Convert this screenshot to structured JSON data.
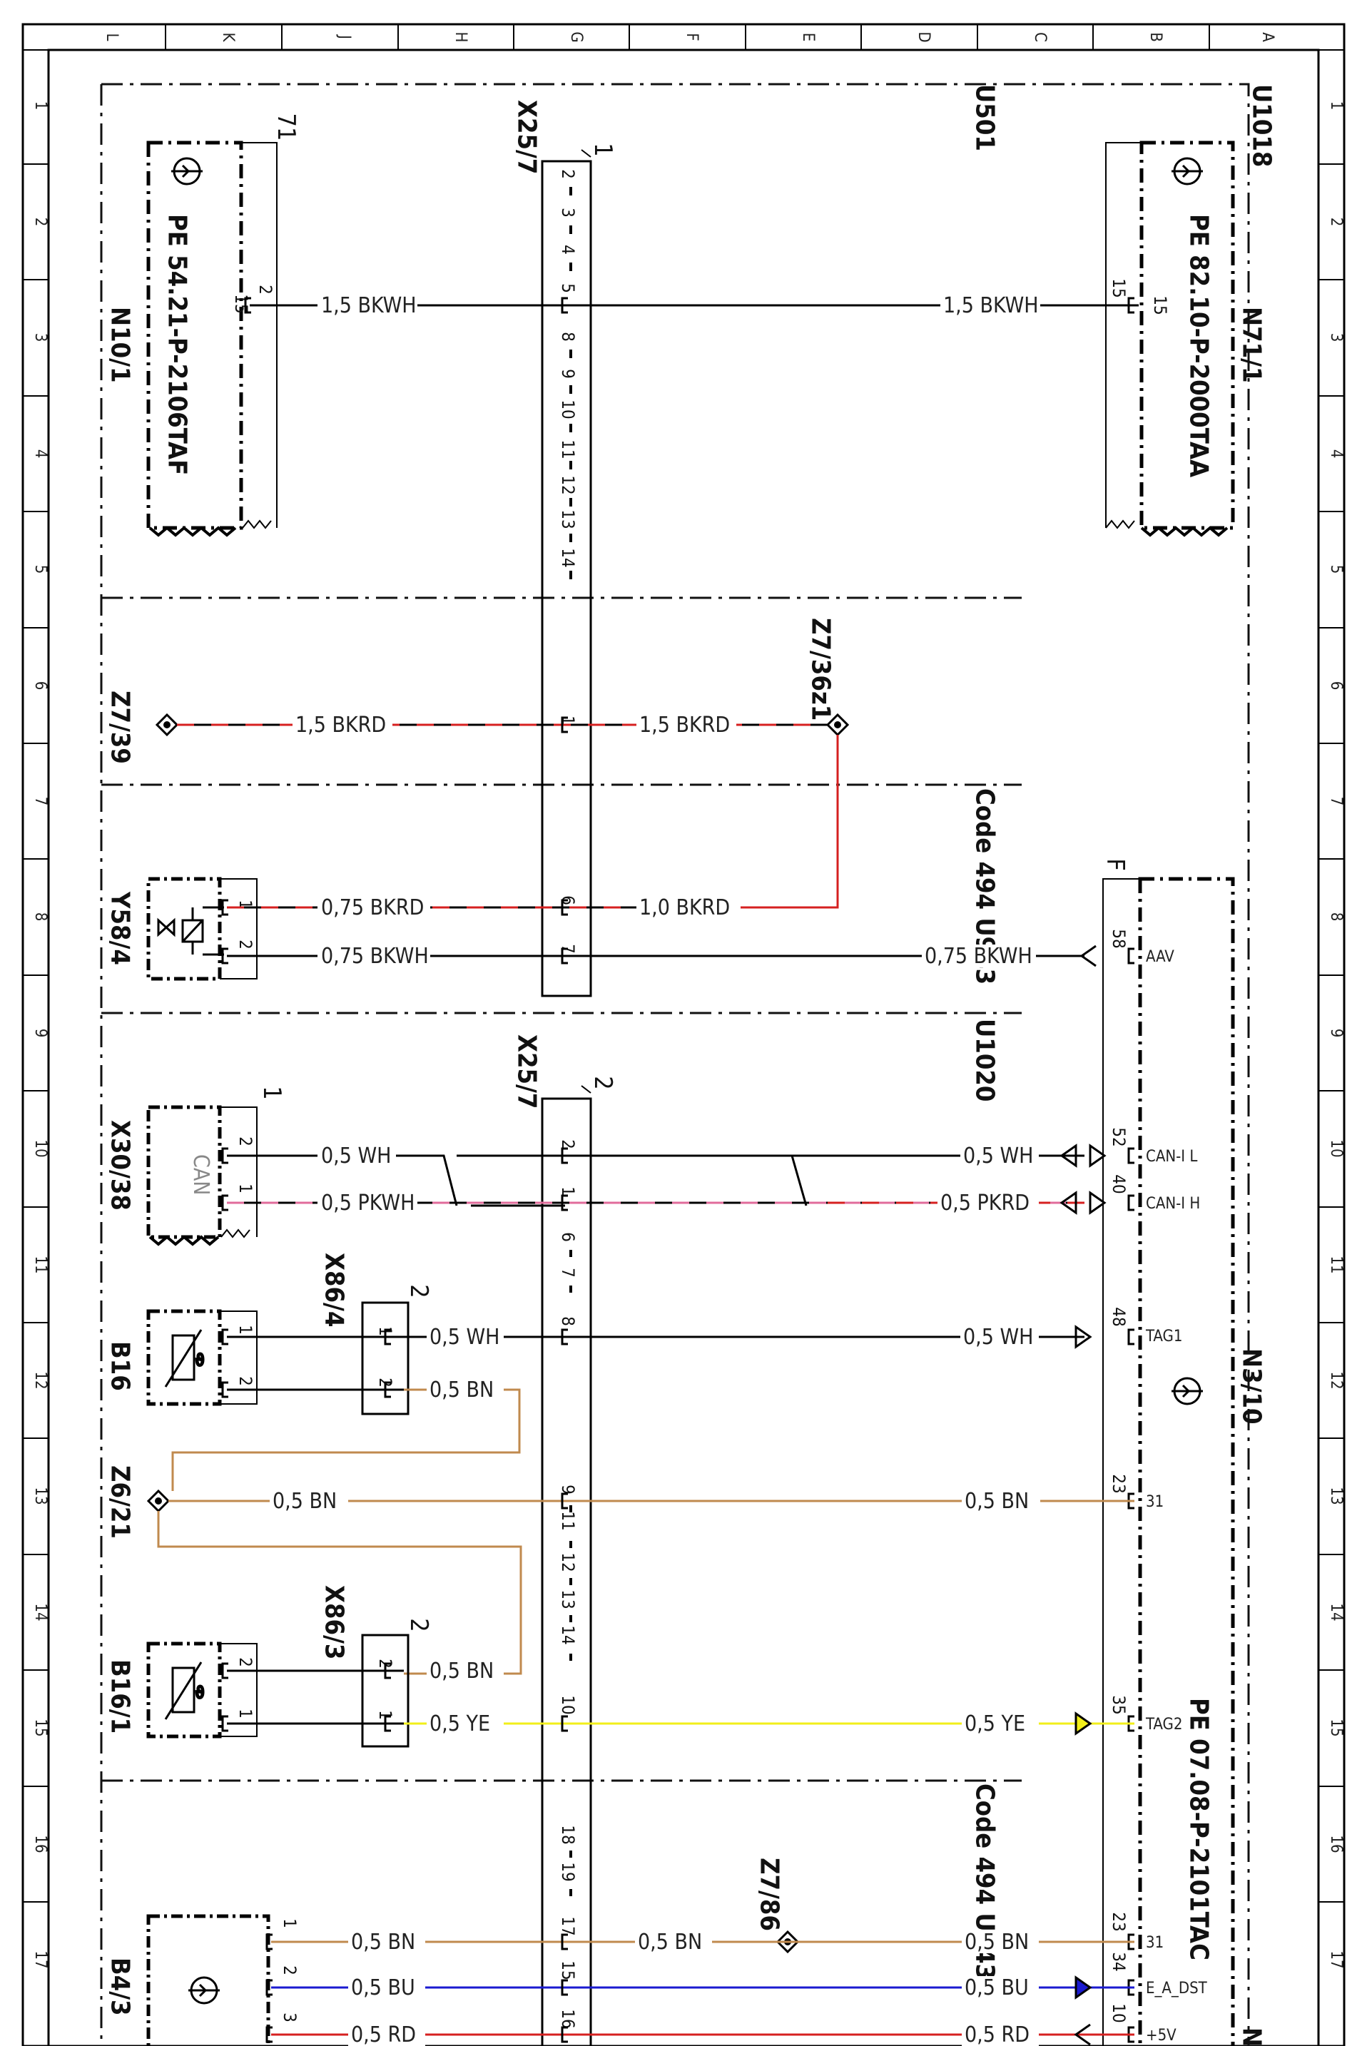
{
  "colors": {
    "BK": "#000000",
    "RD": "#d62020",
    "BN": "#c08a4e",
    "YE": "#f2ef1a",
    "BU": "#1a1ad0",
    "PK": "#e06b9b",
    "frame": "#000000"
  },
  "grid": {
    "columns": [
      "L",
      "K",
      "J",
      "H",
      "G",
      "F",
      "E",
      "D",
      "C",
      "B",
      "A"
    ],
    "rows": [
      "1",
      "2",
      "3",
      "4",
      "5",
      "6",
      "7",
      "8",
      "9",
      "10",
      "11",
      "12",
      "13",
      "14",
      "15",
      "16",
      "17"
    ]
  },
  "sections": {
    "s1": "U501",
    "s2": "Code 494 U943",
    "s3": "U1020",
    "s4": "Code 494 U943",
    "frame_id": "U1018"
  },
  "connectors": {
    "x25_top": {
      "name": "X25/7",
      "marker": "1",
      "pins": [
        "2",
        "3",
        "4",
        "5",
        "8",
        "9",
        "10",
        "11",
        "12",
        "13",
        "14",
        "1",
        "6",
        "7"
      ]
    },
    "x25_bot": {
      "name": "X25/7",
      "marker": "2",
      "pins": [
        "2",
        "1",
        "6",
        "7",
        "8",
        "9",
        "11",
        "12",
        "13",
        "14",
        "10",
        "18",
        "19",
        "17",
        "15",
        "16"
      ]
    },
    "x86_4": {
      "name": "X86/4",
      "marker": "2",
      "pins": [
        "1",
        "2"
      ]
    },
    "x86_3": {
      "name": "X86/3",
      "marker": "2",
      "pins": [
        "2",
        "1"
      ]
    }
  },
  "components": {
    "n10_1": {
      "name": "N10/1",
      "ref": "PE 54.21-P-2106TAF",
      "pin_out": "15",
      "pin_conn": "2",
      "marker": "71"
    },
    "n71_1": {
      "name": "N71/1",
      "ref": "PE 82.10-P-2000TAA",
      "pin_in": "15",
      "pin_label": "15"
    },
    "z7_39": {
      "name": "Z7/39"
    },
    "z7_36z1": {
      "name": "Z7/36z1"
    },
    "y58_4": {
      "name": "Y58/4",
      "pins": [
        "1",
        "2"
      ]
    },
    "x30_38": {
      "name": "X30/38",
      "label": "CAN",
      "marker": "1",
      "pins": [
        "2",
        "1"
      ]
    },
    "b16": {
      "name": "B16",
      "pins": [
        "1",
        "2"
      ]
    },
    "z6_21": {
      "name": "Z6/21"
    },
    "b16_1": {
      "name": "B16/1",
      "pins": [
        "2",
        "1"
      ]
    },
    "z7_86": {
      "name": "Z7/86"
    },
    "b4_3": {
      "name": "B4/3",
      "pins": [
        "1",
        "2",
        "3"
      ]
    },
    "n3_10": {
      "name": "N3/10",
      "ref": "PE 07.08-P-2101TAC",
      "marker": "F",
      "n_clip": "N",
      "pins": [
        {
          "num": "58",
          "label": "AAV"
        },
        {
          "num": "52",
          "label": "CAN-I L"
        },
        {
          "num": "40",
          "label": "CAN-I H"
        },
        {
          "num": "48",
          "label": "TAG1"
        },
        {
          "num": "23",
          "label": "31"
        },
        {
          "num": "35",
          "label": "TAG2"
        },
        {
          "num": "23",
          "label": "31"
        },
        {
          "num": "34",
          "label": "E_A_DST"
        },
        {
          "num": "10",
          "label": "+5V"
        }
      ]
    }
  },
  "wires": {
    "w1a": "1,5 BKWH",
    "w1b": "1,5 BKWH",
    "w2a": "1,5 BKRD",
    "w2b": "1,5 BKRD",
    "w3a": "0,75 BKRD",
    "w3b": "1,0 BKRD",
    "w4a": "0,75 BKWH",
    "w4b": "0,75 BKWH",
    "w5a": "0,5 WH",
    "w5b": "0,5 WH",
    "w6a": "0,5 PKWH",
    "w6b": "0,5 PKRD",
    "w7a": "0,5 WH",
    "w7b": "0,5 WH",
    "w8a": "0,5 BN",
    "w9a": "0,5 BN",
    "w9b": "0,5 BN",
    "w10a": "0,5 BN",
    "w11a": "0,5 YE",
    "w11b": "0,5 YE",
    "w12a": "0,5 BN",
    "w12b": "0,5 BN",
    "w12c": "0,5 BN",
    "w13a": "0,5 BU",
    "w13b": "0,5 BU",
    "w14a": "0,5 RD",
    "w14b": "0,5 RD"
  }
}
